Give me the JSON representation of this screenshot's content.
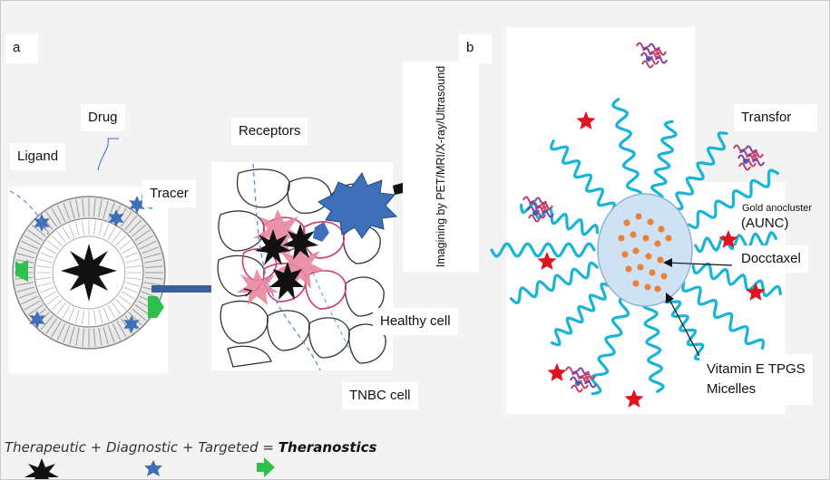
{
  "panel_a": {
    "panel_label": "a",
    "drug": "Drug",
    "ligand": "Ligand",
    "tracer": "Tracer",
    "receptors": "Receptors",
    "imaging": "Imagining by  PET/MRI/X-ray/Ultrasound",
    "healthy_cell": "Healthy cell",
    "tnbc_cell": "TNBC cell"
  },
  "panel_b": {
    "panel_label": "b",
    "transferrin": "Transfor",
    "gold_cluster_line1": "Gold anocluster",
    "gold_cluster_line2": "(AUNC)",
    "docetaxel": "Docctaxel",
    "micelles_line1": "Vitamin E TPGS",
    "micelles_line2": "Micelles"
  },
  "legend": {
    "therapeutic": "Therapeutic",
    "diagnostic": "Diagnostic",
    "targeted": "Targeted",
    "plus": "+",
    "equals": "=",
    "theranostics": "Theranostics"
  },
  "colors": {
    "chain": "#19b4d6",
    "star": "#e0141e",
    "tracer": "#3f6fb8",
    "ligand": "#2cc14a",
    "arrow": "#3a5f9a",
    "dot": "#e8823a",
    "core": "#cfe2f3"
  }
}
